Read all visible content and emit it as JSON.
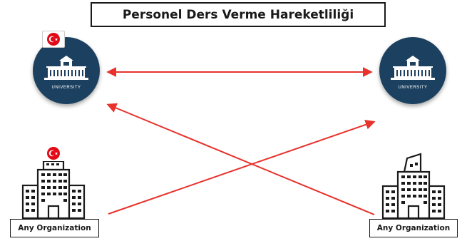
{
  "title": "Personel Ders Verme Hareketliliği",
  "university_label": "UNIVERSITY",
  "organization_label": "Any Organization",
  "colors": {
    "arrow": "#e8322c",
    "university_circle": "#1f3f5e",
    "flag_red": "#e30a17"
  }
}
